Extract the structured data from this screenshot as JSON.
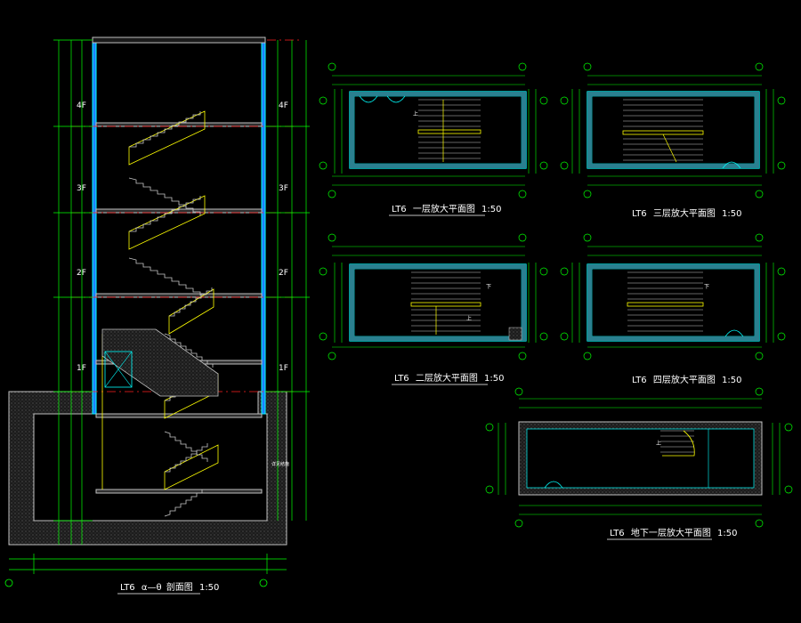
{
  "drawing": {
    "section": {
      "title_code": "LT6",
      "title_axis": "α—θ",
      "title_name": "剖面图",
      "title_scale": "1:50",
      "floors": [
        "4F",
        "3F",
        "2F",
        "1F"
      ],
      "annotation": "详见结施"
    },
    "plans": [
      {
        "code": "LT6",
        "name": "一层放大平面图",
        "scale": "1:50"
      },
      {
        "code": "LT6",
        "name": "三层放大平面图",
        "scale": "1:50"
      },
      {
        "code": "LT6",
        "name": "二层放大平面图",
        "scale": "1:50"
      },
      {
        "code": "LT6",
        "name": "四层放大平面图",
        "scale": "1:50"
      },
      {
        "code": "LT6",
        "name": "地下一层放大平面图",
        "scale": "1:50"
      }
    ],
    "up_label": "上",
    "down_label": "下"
  },
  "colors": {
    "background": "#000000",
    "dimension": "#00ff00",
    "wall": "#00ffff",
    "stair": "#ffff00",
    "axis": "#ff0000",
    "hatch": "#808080",
    "text": "#ffffff"
  }
}
